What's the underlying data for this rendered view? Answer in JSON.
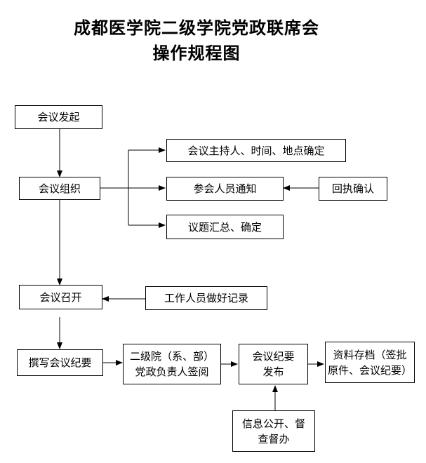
{
  "title": {
    "line1": "成都医学院二级学院党政联席会",
    "line2": "操作规程图"
  },
  "nodes": {
    "initiate": "会议发起",
    "organize": "会议组织",
    "host_time_place": "会议主持人、时间、地点确定",
    "notify_attendees": "参会人员通知",
    "reply_confirm": "回执确认",
    "agenda": "议题汇总、确定",
    "convene": "会议召开",
    "record": "工作人员做好记录",
    "write_minutes": "撰写会议纪要",
    "sign_line1": "二级院（系、部）",
    "sign_line2": "党政负责人签阅",
    "publish_line1": "会议纪要",
    "publish_line2": "发布",
    "archive_line1": "资料存档（签批",
    "archive_line2": "原件、会议纪要）",
    "disclose_line1": "信息公开、督",
    "disclose_line2": "查督办"
  }
}
